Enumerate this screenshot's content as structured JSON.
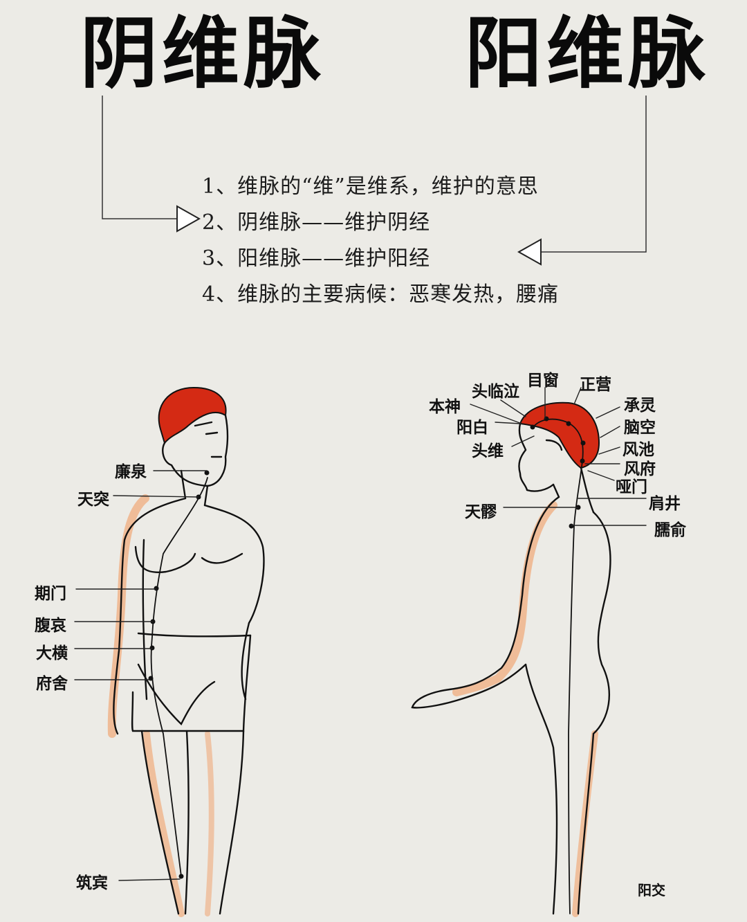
{
  "titles": {
    "left": "阴维脉",
    "right": "阳维脉"
  },
  "descriptions": [
    "1、维脉的“维”是维系，维护的意思",
    "2、阴维脉——维护阴经",
    "3、阳维脉——维护阳经",
    "4、维脉的主要病候：恶寒发热，腰痛"
  ],
  "left_figure": {
    "meridian": "阴维脉",
    "points": [
      "廉泉",
      "天突",
      "期门",
      "腹哀",
      "大横",
      "府舍",
      "筑宾"
    ]
  },
  "right_figure": {
    "meridian": "阳维脉",
    "points": [
      "目窗",
      "正营",
      "头临泣",
      "本神",
      "阳白",
      "头维",
      "承灵",
      "脑空",
      "风池",
      "风府",
      "哑门",
      "肩井",
      "天髎",
      "臑俞",
      "阳交"
    ]
  },
  "colors": {
    "background": "#ecebe6",
    "hair": "#d42a14",
    "skin_shadow": "#f0b48a",
    "ink": "#111111"
  }
}
